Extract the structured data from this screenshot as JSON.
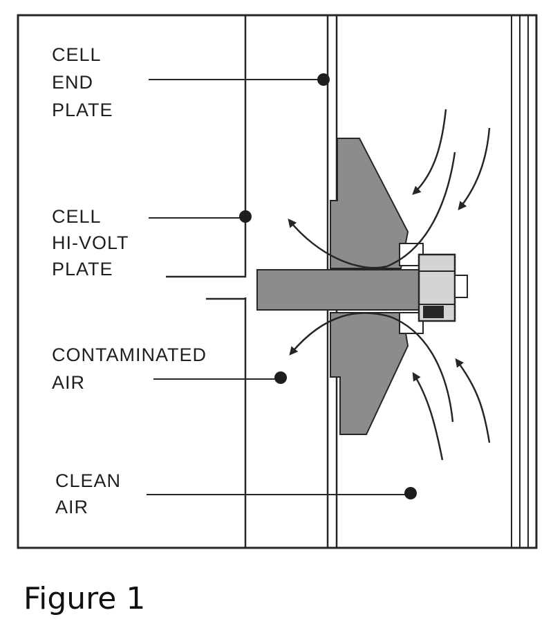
{
  "labels": {
    "cell_end_plate": [
      "CELL",
      "END",
      "PLATE"
    ],
    "cell_hi_volt_plate": [
      "CELL",
      "HI-VOLT",
      "PLATE"
    ],
    "contaminated_air": [
      "CONTAMINATED",
      "AIR"
    ],
    "clean_air": [
      "CLEAN",
      "AIR"
    ]
  },
  "caption": "Figure 1",
  "colors": {
    "line": "#262626",
    "part_fill": "#8c8c8c",
    "nut_fill": "#d4d4d4",
    "background": "#ffffff"
  }
}
